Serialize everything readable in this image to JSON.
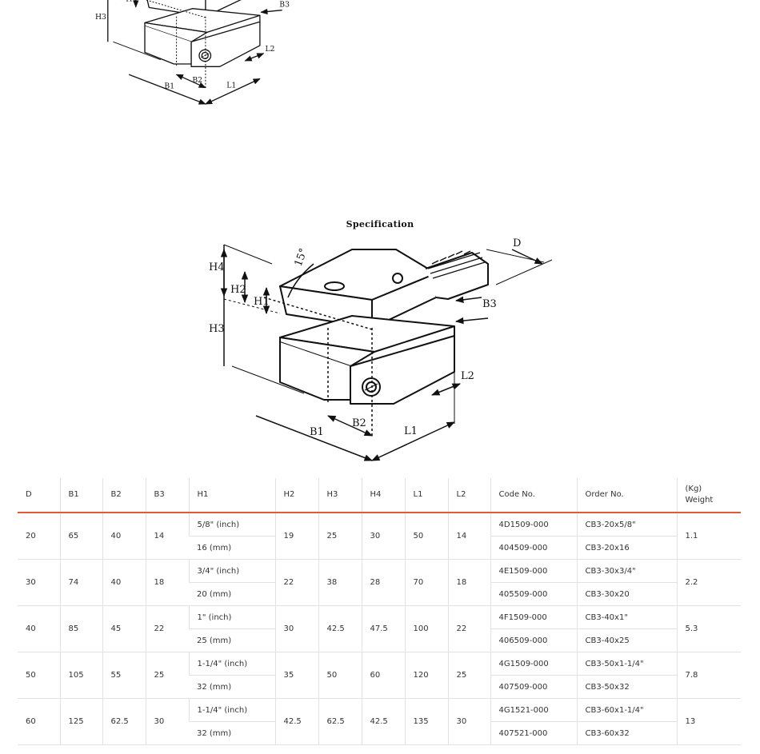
{
  "drawing": {
    "labels": {
      "D": "D",
      "B1": "B1",
      "B2": "B2",
      "B3": "B3",
      "H1": "H1",
      "H2": "H2",
      "H3": "H3",
      "H4": "H4",
      "L1": "L1",
      "L2": "L2",
      "angle": "15°"
    }
  },
  "spec": {
    "title": "Specification",
    "headers": [
      "D",
      "B1",
      "B2",
      "B3",
      "H1",
      "H2",
      "H3",
      "H4",
      "L1",
      "L2",
      "Code No.",
      "Order No.",
      "(Kg)",
      "Weight"
    ],
    "rows": [
      {
        "D": "20",
        "B1": "65",
        "B2": "40",
        "B3": "14",
        "H1a": "5/8\" (inch)",
        "H1b": "16 (mm)",
        "H2": "19",
        "H3": "25",
        "H4": "30",
        "L1": "50",
        "L2": "14",
        "codeA": "4D1509-000",
        "codeB": "404509-000",
        "orderA": "CB3-20x5/8\"",
        "orderB": "CB3-20x16",
        "weight": "1.1"
      },
      {
        "D": "30",
        "B1": "74",
        "B2": "40",
        "B3": "18",
        "H1a": "3/4\" (inch)",
        "H1b": "20 (mm)",
        "H2": "22",
        "H3": "38",
        "H4": "28",
        "L1": "70",
        "L2": "18",
        "codeA": "4E1509-000",
        "codeB": "405509-000",
        "orderA": "CB3-30x3/4\"",
        "orderB": "CB3-30x20",
        "weight": "2.2"
      },
      {
        "D": "40",
        "B1": "85",
        "B2": "45",
        "B3": "22",
        "H1a": "1\" (inch)",
        "H1b": "25 (mm)",
        "H2": "30",
        "H3": "42.5",
        "H4": "47.5",
        "L1": "100",
        "L2": "22",
        "codeA": "4F1509-000",
        "codeB": "406509-000",
        "orderA": "CB3-40x1\"",
        "orderB": "CB3-40x25",
        "weight": "5.3"
      },
      {
        "D": "50",
        "B1": "105",
        "B2": "55",
        "B3": "25",
        "H1a": "1-1/4\" (inch)",
        "H1b": "32 (mm)",
        "H2": "35",
        "H3": "50",
        "H4": "60",
        "L1": "120",
        "L2": "25",
        "codeA": "4G1509-000",
        "codeB": "407509-000",
        "orderA": "CB3-50x1-1/4\"",
        "orderB": "CB3-50x32",
        "weight": "7.8"
      },
      {
        "D": "60",
        "B1": "125",
        "B2": "62.5",
        "B3": "30",
        "H1a": "1-1/4\" (inch)",
        "H1b": "32 (mm)",
        "H2": "42.5",
        "H3": "62.5",
        "H4": "42.5",
        "L1": "135",
        "L2": "30",
        "codeA": "4G1521-000",
        "codeB": "407521-000",
        "orderA": "CB3-60x1-1/4\"",
        "orderB": "CB3-60x32",
        "weight": "13"
      }
    ]
  }
}
